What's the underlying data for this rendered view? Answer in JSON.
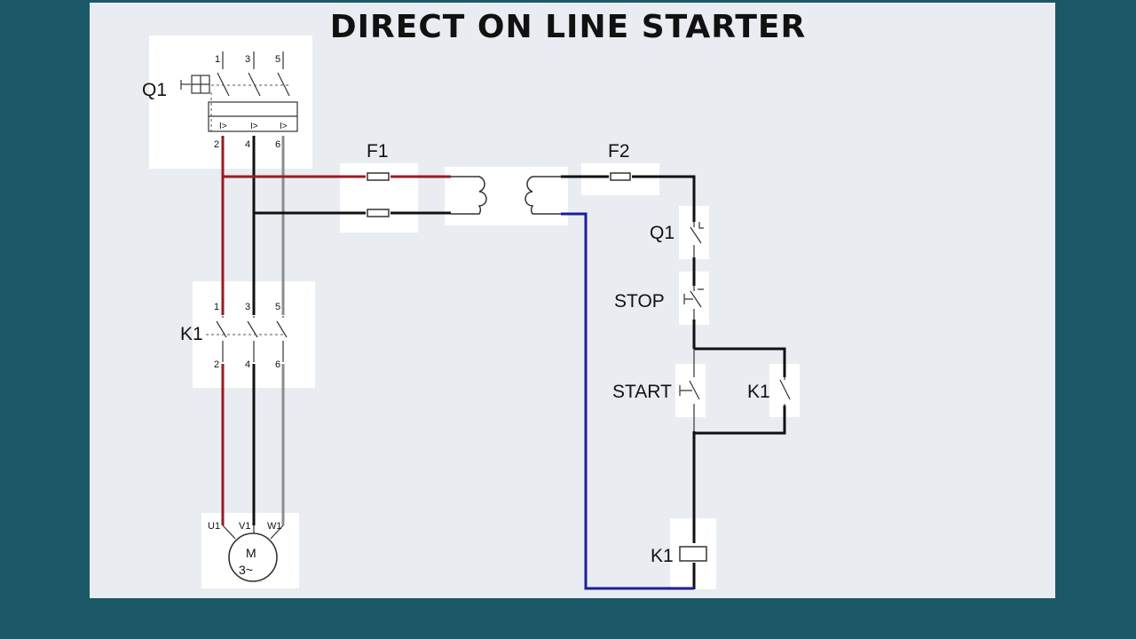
{
  "title": "DIRECT ON LINE STARTER",
  "components": {
    "q1_breaker": {
      "label": "Q1",
      "terminals_top": [
        "1",
        "3",
        "5"
      ],
      "terminals_bottom": [
        "2",
        "4",
        "6"
      ],
      "trip_symbol": "I>"
    },
    "k1_main_contacts": {
      "label": "K1",
      "terminals_top": [
        "1",
        "3",
        "5"
      ],
      "terminals_bottom": [
        "2",
        "4",
        "6"
      ]
    },
    "motor": {
      "symbol": "M",
      "phase": "3~",
      "terminals": [
        "U1",
        "V1",
        "W1"
      ]
    },
    "fuse_f1": {
      "label": "F1"
    },
    "fuse_f2": {
      "label": "F2"
    },
    "q1_aux_contact": {
      "label": "Q1"
    },
    "stop_button": {
      "label": "STOP"
    },
    "start_button": {
      "label": "START"
    },
    "k1_hold_contact": {
      "label": "K1"
    },
    "k1_coil": {
      "label": "K1"
    }
  },
  "wire_colors": {
    "phase_l1": "#9b1b22",
    "phase_l2": "#111111",
    "phase_l3": "#8c8c8c",
    "neutral_return": "#1d1e9e",
    "control": "#111111"
  },
  "background_color": "#1b5867"
}
